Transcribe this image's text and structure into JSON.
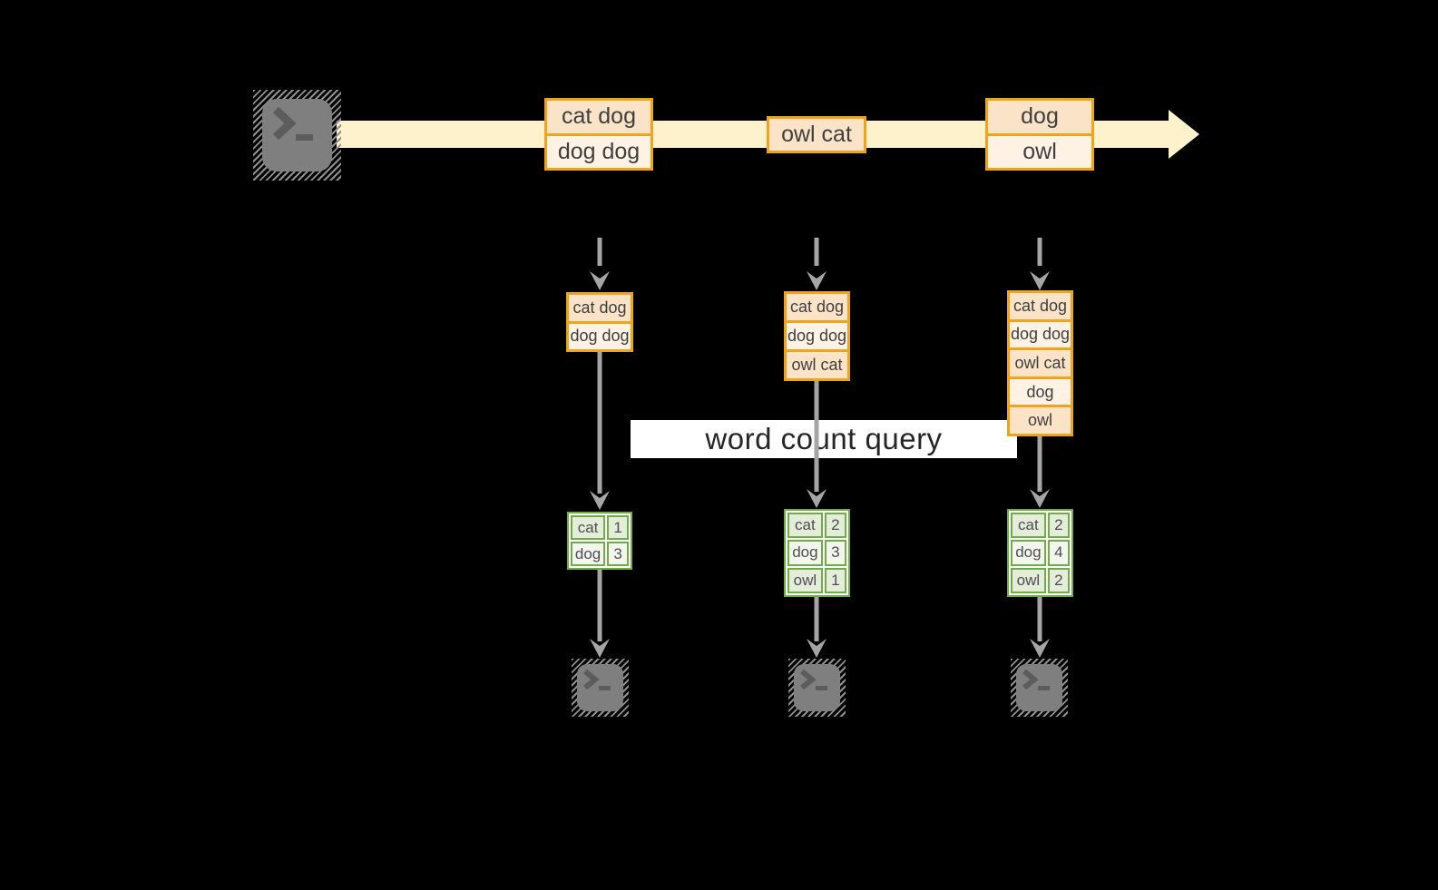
{
  "title_context": {
    "query_label": "word count query"
  },
  "palette": {
    "background": "#000000",
    "stream_fill": "#FDF2CC",
    "orange_border": "#F0A41E",
    "orange_fill_dark": "#FAE3C7",
    "orange_fill_light": "#FDF2E3",
    "green_border": "#6FAE47",
    "green_fill_dark": "#E4ECDA",
    "green_fill_light": "#F2F6EE",
    "arrow_gray": "#A5A5A5",
    "terminal_gray": "#7F7F7F",
    "box_text": "#3F3F3F",
    "query_text": "#262626",
    "query_band_bg": "#FFFFFF"
  },
  "stream": {
    "batches": [
      {
        "rows": [
          "cat dog",
          "dog dog"
        ]
      },
      {
        "rows": [
          "owl cat"
        ]
      },
      {
        "rows": [
          "dog",
          "owl"
        ]
      }
    ]
  },
  "columns": [
    {
      "state_rows": [
        "cat dog",
        "dog dog"
      ],
      "count_rows": [
        [
          "cat",
          "1"
        ],
        [
          "dog",
          "3"
        ]
      ]
    },
    {
      "state_rows": [
        "cat dog",
        "dog dog",
        "owl cat"
      ],
      "count_rows": [
        [
          "cat",
          "2"
        ],
        [
          "dog",
          "3"
        ],
        [
          "owl",
          "1"
        ]
      ]
    },
    {
      "state_rows": [
        "cat dog",
        "dog dog",
        "owl cat",
        "dog",
        "owl"
      ],
      "count_rows": [
        [
          "cat",
          "2"
        ],
        [
          "dog",
          "4"
        ],
        [
          "owl",
          "2"
        ]
      ]
    }
  ],
  "icons": {
    "source": "terminal-prompt-icon",
    "sinks": [
      "terminal-prompt-icon",
      "terminal-prompt-icon",
      "terminal-prompt-icon"
    ]
  }
}
